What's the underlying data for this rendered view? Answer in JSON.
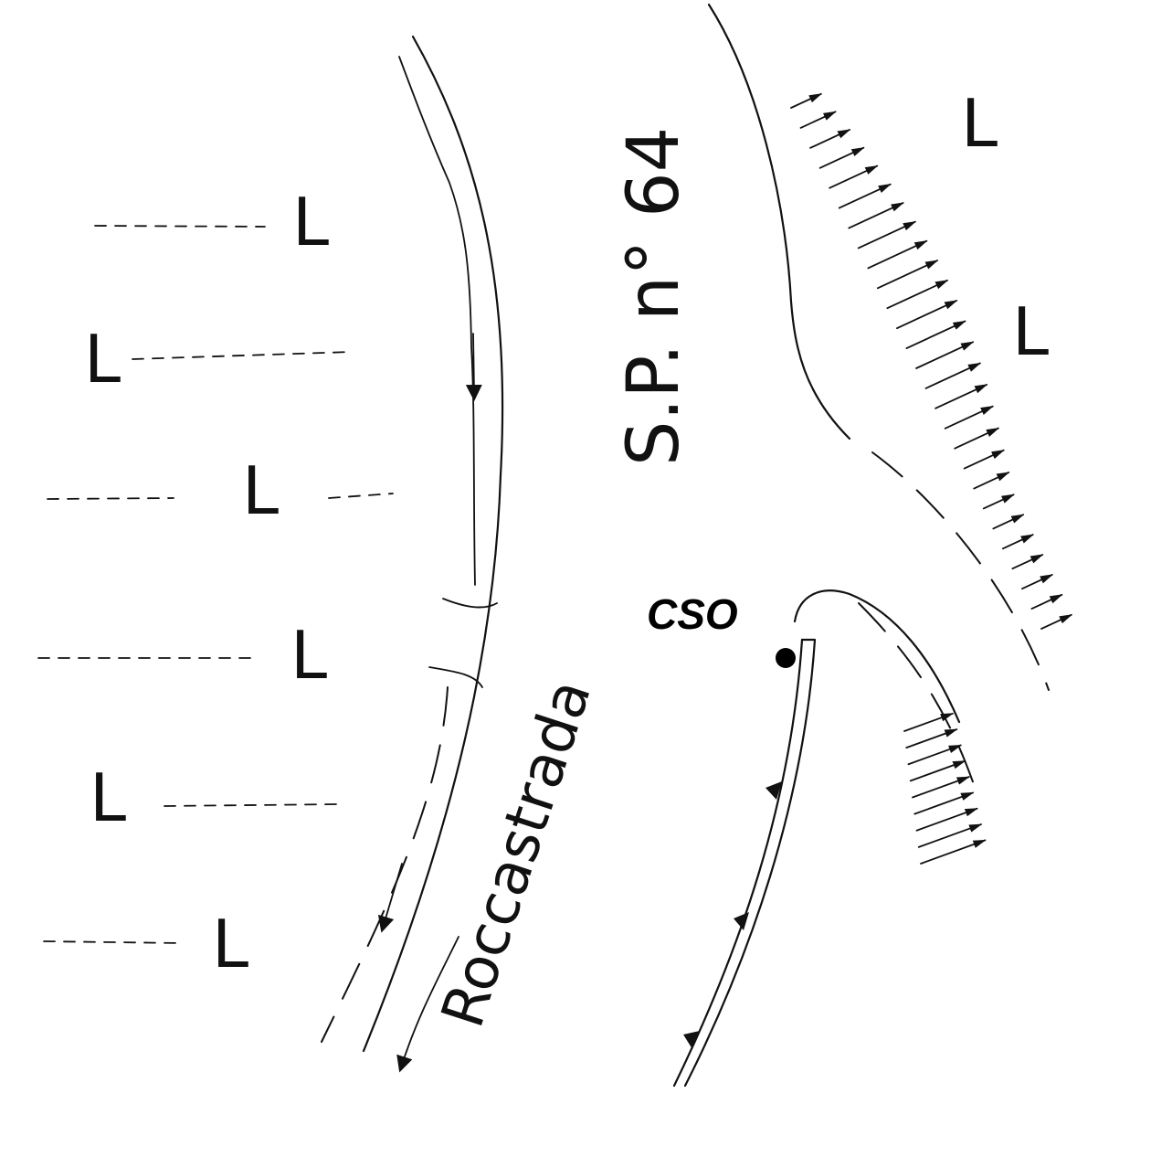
{
  "labels": {
    "road_name": "S.P. n° 64",
    "town": "Roccastrada",
    "station": "CSO",
    "symbol_l": "L"
  },
  "colors": {
    "ink": "#111111",
    "background": "#ffffff"
  }
}
